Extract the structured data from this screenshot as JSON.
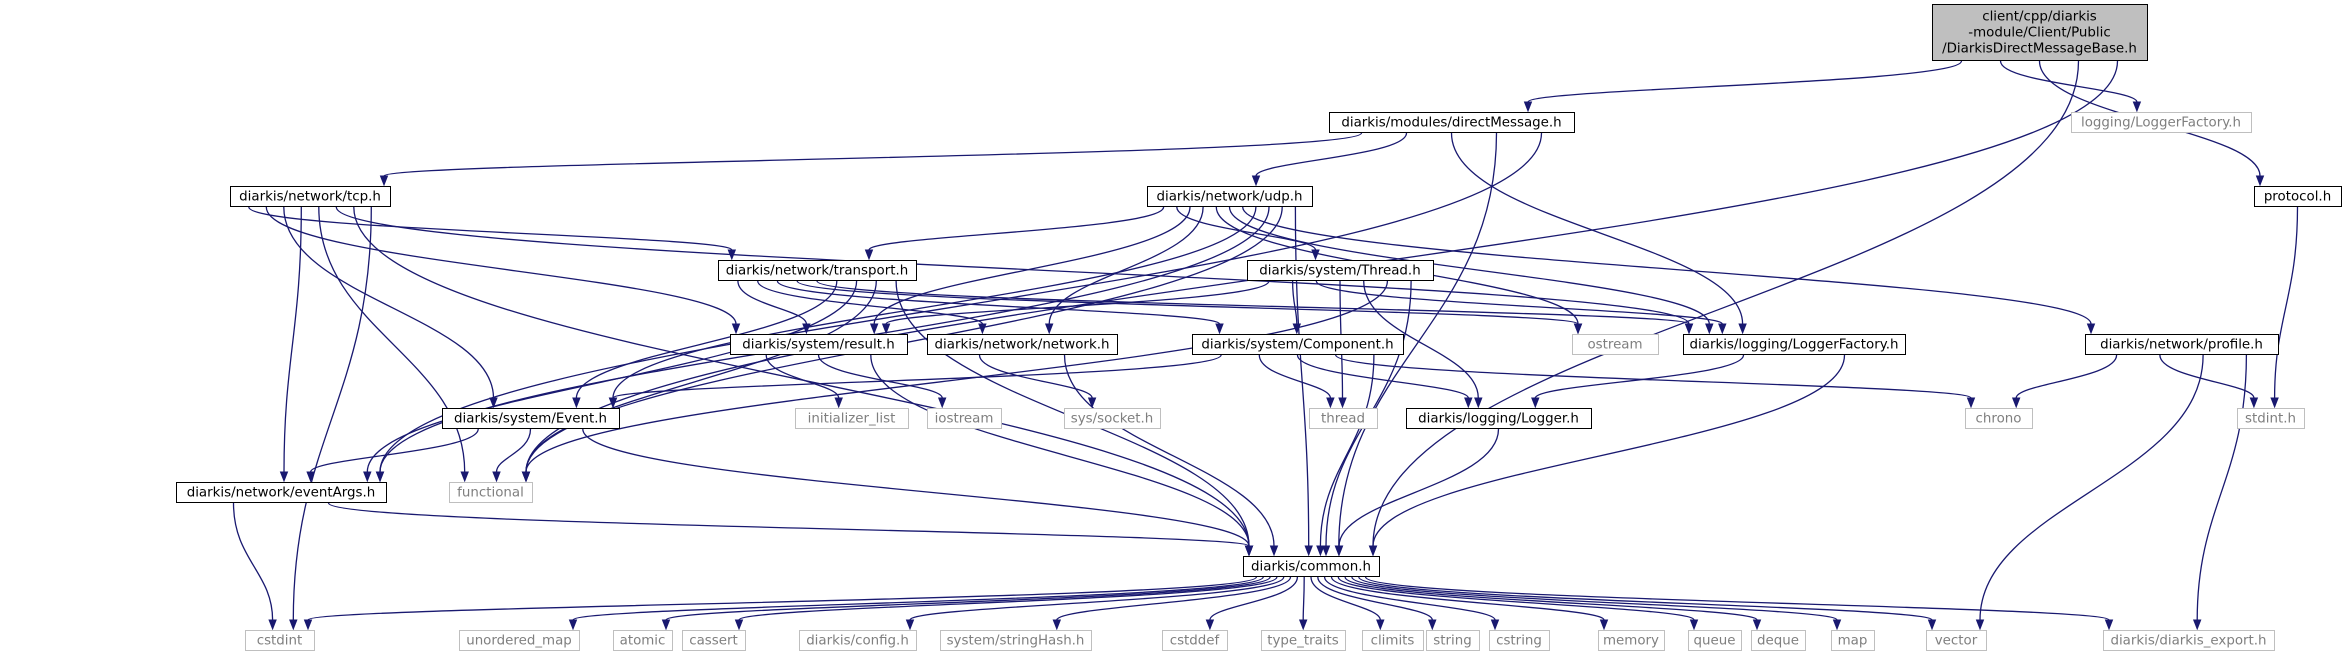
{
  "colors": {
    "edge": "#191970",
    "documented_border": "#000000",
    "external_border": "#bfbfbf",
    "external_text": "#7f7f7f",
    "root_fill": "#bfbfbf"
  },
  "nodes": [
    {
      "id": "root",
      "lines": [
        "client/cpp/diarkis",
        "-module/Client/Public",
        "/DiarkisDirectMessageBase.h"
      ],
      "kind": "root"
    },
    {
      "id": "directMessage",
      "lines": [
        "diarkis/modules/directMessage.h"
      ],
      "kind": "doc"
    },
    {
      "id": "loggingLoggerFactory",
      "lines": [
        "logging/LoggerFactory.h"
      ],
      "kind": "ext"
    },
    {
      "id": "protocol",
      "lines": [
        "protocol.h"
      ],
      "kind": "doc"
    },
    {
      "id": "tcp",
      "lines": [
        "diarkis/network/tcp.h"
      ],
      "kind": "doc"
    },
    {
      "id": "udp",
      "lines": [
        "diarkis/network/udp.h"
      ],
      "kind": "doc"
    },
    {
      "id": "transport",
      "lines": [
        "diarkis/network/transport.h"
      ],
      "kind": "doc"
    },
    {
      "id": "thread",
      "lines": [
        "diarkis/system/Thread.h"
      ],
      "kind": "doc"
    },
    {
      "id": "result",
      "lines": [
        "diarkis/system/result.h"
      ],
      "kind": "doc"
    },
    {
      "id": "network",
      "lines": [
        "diarkis/network/network.h"
      ],
      "kind": "doc"
    },
    {
      "id": "component",
      "lines": [
        "diarkis/system/Component.h"
      ],
      "kind": "doc"
    },
    {
      "id": "ostream",
      "lines": [
        "ostream"
      ],
      "kind": "ext"
    },
    {
      "id": "dLoggerFactory",
      "lines": [
        "diarkis/logging/LoggerFactory.h"
      ],
      "kind": "doc"
    },
    {
      "id": "profile",
      "lines": [
        "diarkis/network/profile.h"
      ],
      "kind": "doc"
    },
    {
      "id": "event",
      "lines": [
        "diarkis/system/Event.h"
      ],
      "kind": "doc"
    },
    {
      "id": "initializer_list",
      "lines": [
        "initializer_list"
      ],
      "kind": "ext"
    },
    {
      "id": "iostream",
      "lines": [
        "iostream"
      ],
      "kind": "ext"
    },
    {
      "id": "socket",
      "lines": [
        "sys/socket.h"
      ],
      "kind": "ext"
    },
    {
      "id": "threadStd",
      "lines": [
        "thread"
      ],
      "kind": "ext"
    },
    {
      "id": "logger",
      "lines": [
        "diarkis/logging/Logger.h"
      ],
      "kind": "doc"
    },
    {
      "id": "chrono",
      "lines": [
        "chrono"
      ],
      "kind": "ext"
    },
    {
      "id": "stdint",
      "lines": [
        "stdint.h"
      ],
      "kind": "ext"
    },
    {
      "id": "eventArgs",
      "lines": [
        "diarkis/network/eventArgs.h"
      ],
      "kind": "doc"
    },
    {
      "id": "functional",
      "lines": [
        "functional"
      ],
      "kind": "ext"
    },
    {
      "id": "common",
      "lines": [
        "diarkis/common.h"
      ],
      "kind": "doc"
    },
    {
      "id": "cstdint",
      "lines": [
        "cstdint"
      ],
      "kind": "ext"
    },
    {
      "id": "unordered_map",
      "lines": [
        "unordered_map"
      ],
      "kind": "ext"
    },
    {
      "id": "atomic",
      "lines": [
        "atomic"
      ],
      "kind": "ext"
    },
    {
      "id": "cassert",
      "lines": [
        "cassert"
      ],
      "kind": "ext"
    },
    {
      "id": "config",
      "lines": [
        "diarkis/config.h"
      ],
      "kind": "ext"
    },
    {
      "id": "stringHash",
      "lines": [
        "system/stringHash.h"
      ],
      "kind": "ext"
    },
    {
      "id": "cstddef",
      "lines": [
        "cstddef"
      ],
      "kind": "ext"
    },
    {
      "id": "type_traits",
      "lines": [
        "type_traits"
      ],
      "kind": "ext"
    },
    {
      "id": "climits",
      "lines": [
        "climits"
      ],
      "kind": "ext"
    },
    {
      "id": "string",
      "lines": [
        "string"
      ],
      "kind": "ext"
    },
    {
      "id": "cstring",
      "lines": [
        "cstring"
      ],
      "kind": "ext"
    },
    {
      "id": "memory",
      "lines": [
        "memory"
      ],
      "kind": "ext"
    },
    {
      "id": "queue",
      "lines": [
        "queue"
      ],
      "kind": "ext"
    },
    {
      "id": "deque",
      "lines": [
        "deque"
      ],
      "kind": "ext"
    },
    {
      "id": "map",
      "lines": [
        "map"
      ],
      "kind": "ext"
    },
    {
      "id": "vector",
      "lines": [
        "vector"
      ],
      "kind": "ext"
    },
    {
      "id": "diarkis_export",
      "lines": [
        "diarkis/diarkis_export.h"
      ],
      "kind": "ext"
    }
  ],
  "edges": [
    [
      "root",
      "directMessage"
    ],
    [
      "root",
      "loggingLoggerFactory"
    ],
    [
      "root",
      "protocol"
    ],
    [
      "root",
      "common"
    ],
    [
      "root",
      "functional"
    ],
    [
      "directMessage",
      "tcp"
    ],
    [
      "directMessage",
      "udp"
    ],
    [
      "directMessage",
      "dLoggerFactory"
    ],
    [
      "directMessage",
      "common"
    ],
    [
      "directMessage",
      "eventArgs"
    ],
    [
      "protocol",
      "stdint"
    ],
    [
      "tcp",
      "transport"
    ],
    [
      "tcp",
      "result"
    ],
    [
      "tcp",
      "event"
    ],
    [
      "tcp",
      "eventArgs"
    ],
    [
      "tcp",
      "functional"
    ],
    [
      "tcp",
      "dLoggerFactory"
    ],
    [
      "tcp",
      "common"
    ],
    [
      "tcp",
      "cstdint"
    ],
    [
      "udp",
      "transport"
    ],
    [
      "udp",
      "thread"
    ],
    [
      "udp",
      "result"
    ],
    [
      "udp",
      "network"
    ],
    [
      "udp",
      "ostream"
    ],
    [
      "udp",
      "dLoggerFactory"
    ],
    [
      "udp",
      "profile"
    ],
    [
      "udp",
      "event"
    ],
    [
      "udp",
      "eventArgs"
    ],
    [
      "udp",
      "functional"
    ],
    [
      "udp",
      "common"
    ],
    [
      "transport",
      "result"
    ],
    [
      "transport",
      "network"
    ],
    [
      "transport",
      "component"
    ],
    [
      "transport",
      "ostream"
    ],
    [
      "transport",
      "dLoggerFactory"
    ],
    [
      "transport",
      "event"
    ],
    [
      "transport",
      "eventArgs"
    ],
    [
      "transport",
      "functional"
    ],
    [
      "transport",
      "common"
    ],
    [
      "thread",
      "result"
    ],
    [
      "thread",
      "component"
    ],
    [
      "thread",
      "dLoggerFactory"
    ],
    [
      "thread",
      "threadStd"
    ],
    [
      "thread",
      "logger"
    ],
    [
      "thread",
      "functional"
    ],
    [
      "thread",
      "common"
    ],
    [
      "result",
      "initializer_list"
    ],
    [
      "result",
      "iostream"
    ],
    [
      "result",
      "common"
    ],
    [
      "network",
      "socket"
    ],
    [
      "network",
      "common"
    ],
    [
      "component",
      "event"
    ],
    [
      "component",
      "threadStd"
    ],
    [
      "component",
      "logger"
    ],
    [
      "component",
      "chrono"
    ],
    [
      "component",
      "common"
    ],
    [
      "dLoggerFactory",
      "logger"
    ],
    [
      "dLoggerFactory",
      "common"
    ],
    [
      "profile",
      "chrono"
    ],
    [
      "profile",
      "stdint"
    ],
    [
      "profile",
      "vector"
    ],
    [
      "profile",
      "diarkis_export"
    ],
    [
      "event",
      "eventArgs"
    ],
    [
      "event",
      "functional"
    ],
    [
      "event",
      "common"
    ],
    [
      "logger",
      "common"
    ],
    [
      "eventArgs",
      "cstdint"
    ],
    [
      "eventArgs",
      "common"
    ],
    [
      "common",
      "cstdint"
    ],
    [
      "common",
      "unordered_map"
    ],
    [
      "common",
      "atomic"
    ],
    [
      "common",
      "cassert"
    ],
    [
      "common",
      "config"
    ],
    [
      "common",
      "stringHash"
    ],
    [
      "common",
      "cstddef"
    ],
    [
      "common",
      "type_traits"
    ],
    [
      "common",
      "climits"
    ],
    [
      "common",
      "string"
    ],
    [
      "common",
      "cstring"
    ],
    [
      "common",
      "memory"
    ],
    [
      "common",
      "queue"
    ],
    [
      "common",
      "deque"
    ],
    [
      "common",
      "map"
    ],
    [
      "common",
      "vector"
    ],
    [
      "common",
      "diarkis_export"
    ]
  ]
}
